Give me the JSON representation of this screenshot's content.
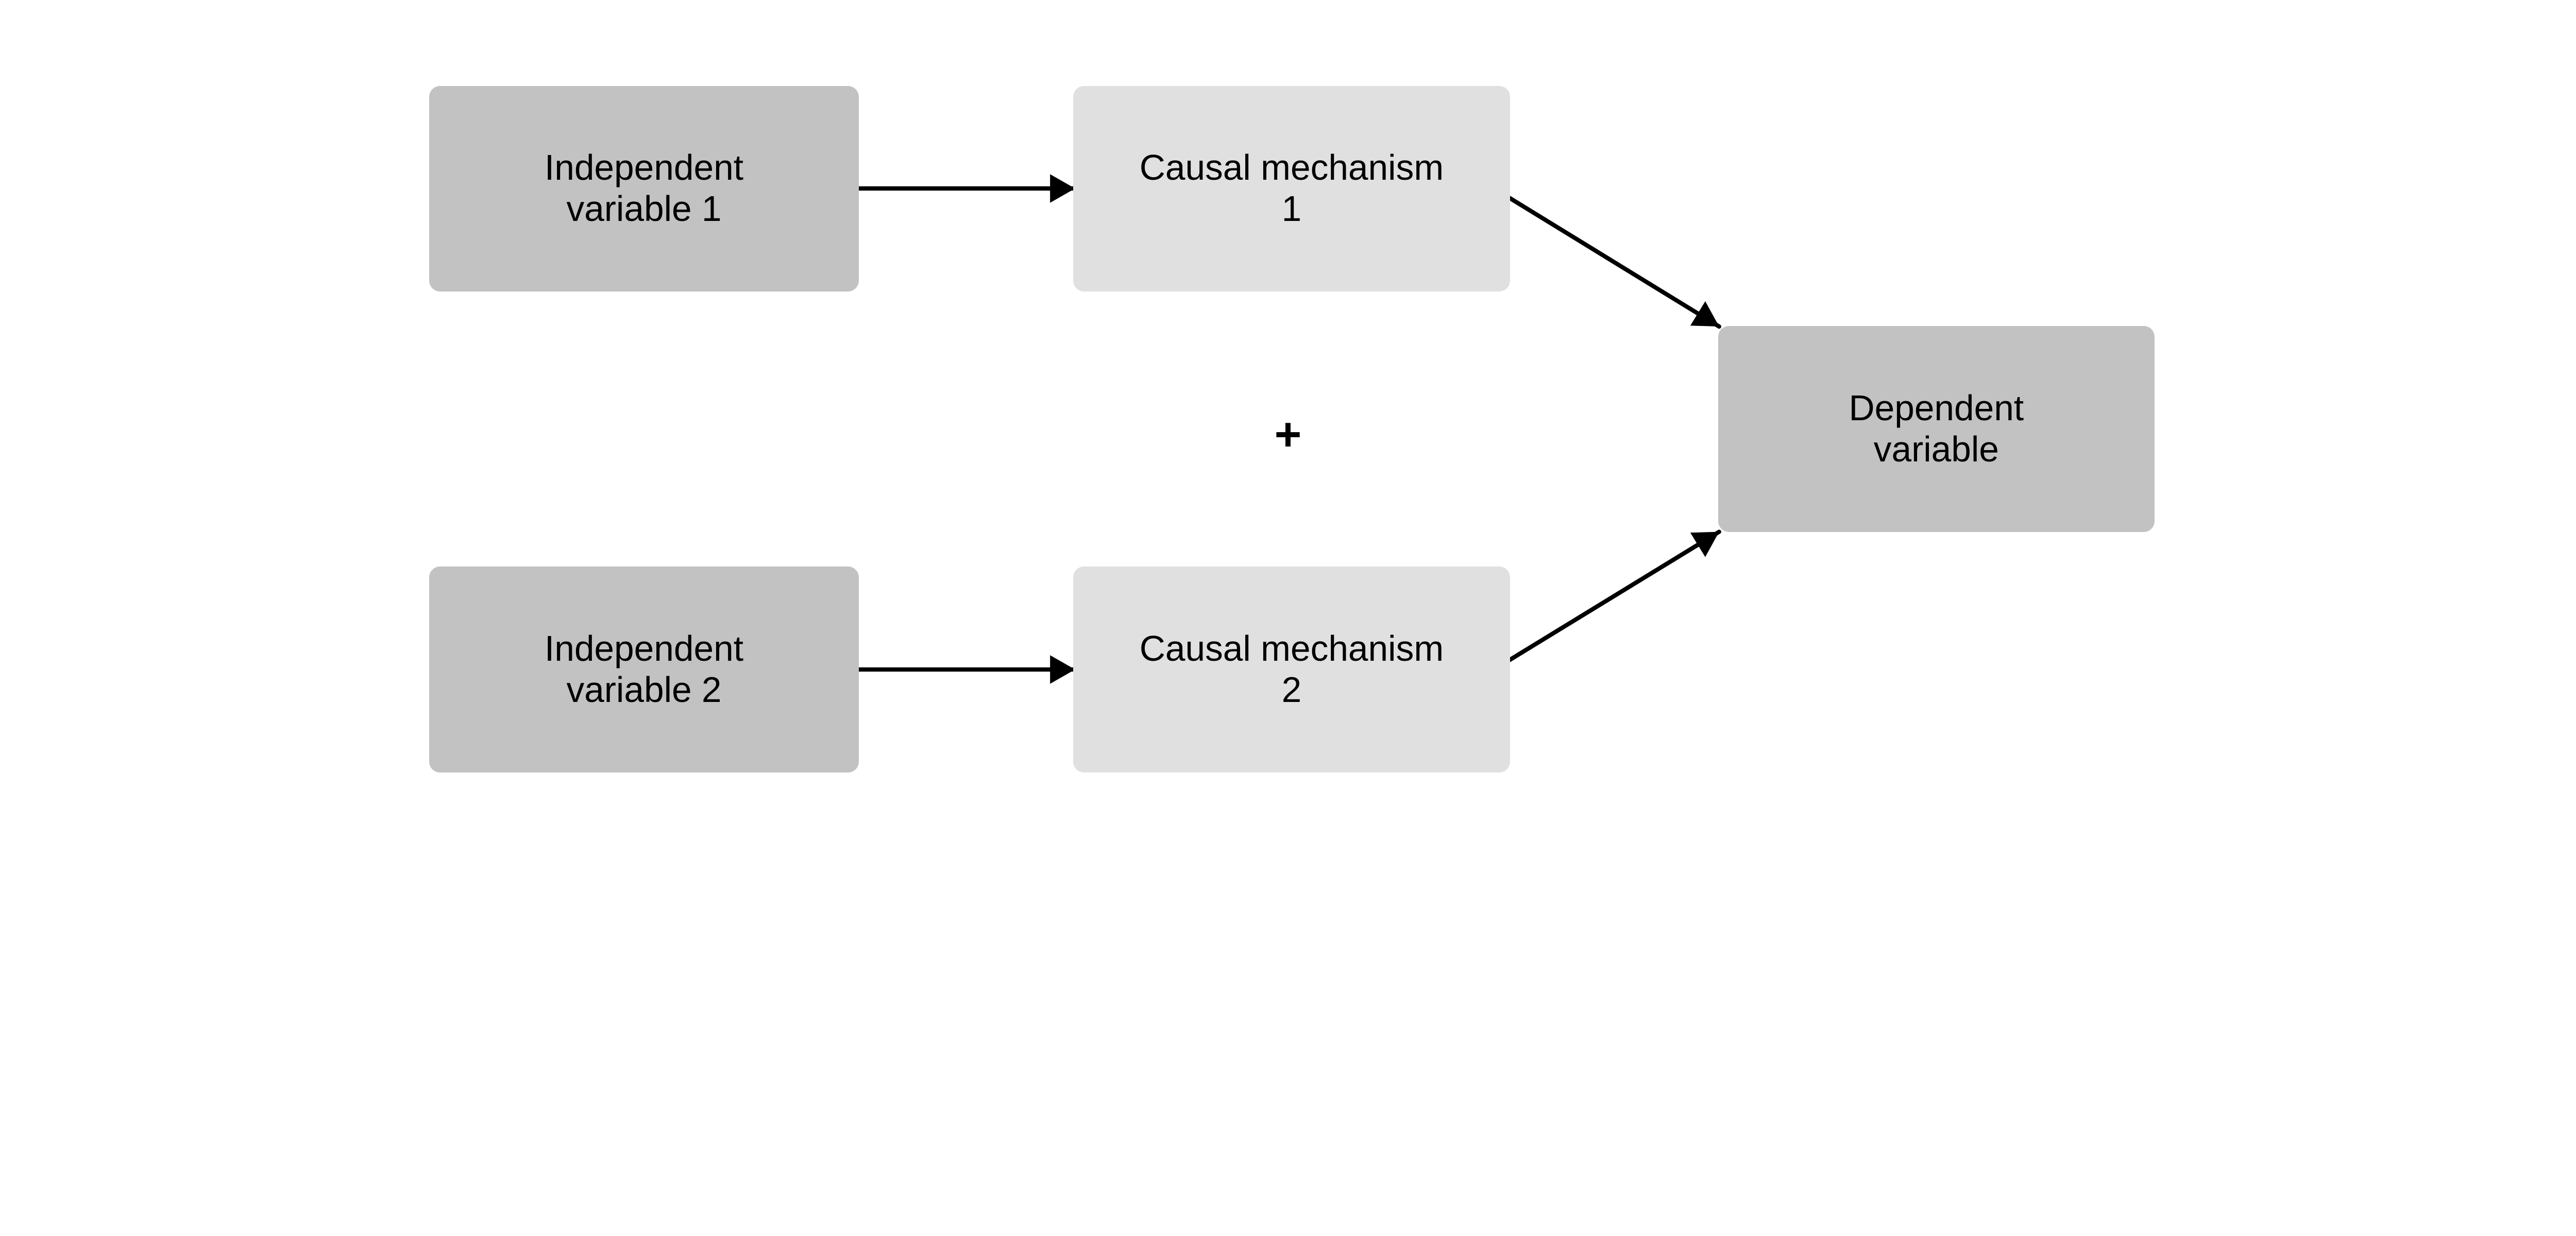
{
  "diagram": {
    "background_color": "#ffffff",
    "colors": {
      "node_dark_fill": "#c2c2c2",
      "node_light_fill": "#e0e0e0",
      "text": "#000000",
      "arrow": "#000000"
    },
    "nodes": [
      {
        "id": "independent-variable-1",
        "line1": "Independent",
        "line2": "variable 1",
        "tone": "dark"
      },
      {
        "id": "causal-mechanism-1",
        "line1": "Causal mechanism",
        "line2": "1",
        "tone": "light"
      },
      {
        "id": "independent-variable-2",
        "line1": "Independent",
        "line2": "variable 2",
        "tone": "dark"
      },
      {
        "id": "causal-mechanism-2",
        "line1": "Causal mechanism",
        "line2": "2",
        "tone": "light"
      },
      {
        "id": "dependent-variable",
        "line1": "Dependent",
        "line2": "variable",
        "tone": "dark"
      }
    ],
    "operator": {
      "symbol": "+"
    },
    "edges": [
      {
        "from": "independent-variable-1",
        "to": "causal-mechanism-1"
      },
      {
        "from": "independent-variable-2",
        "to": "causal-mechanism-2"
      },
      {
        "from": "causal-mechanism-1",
        "to": "dependent-variable"
      },
      {
        "from": "causal-mechanism-2",
        "to": "dependent-variable"
      }
    ]
  }
}
